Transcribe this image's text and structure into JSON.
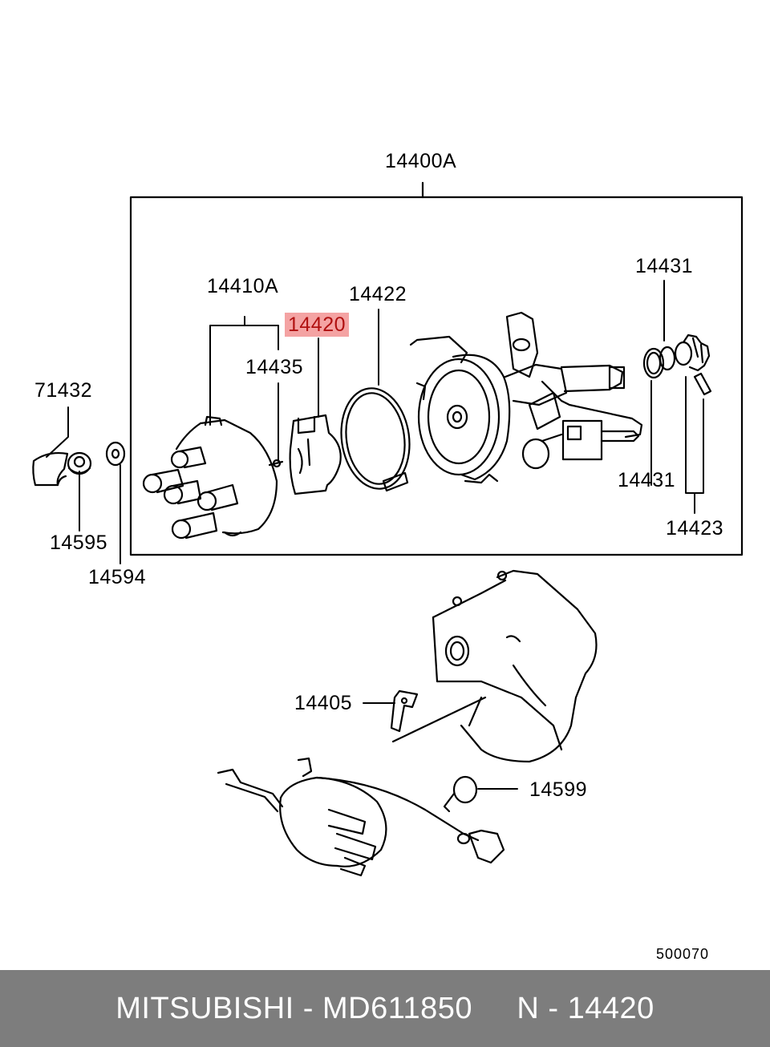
{
  "labels": {
    "assembly": "14400A",
    "cap": "14410A",
    "rotor": "14420",
    "gasket": "14422",
    "screw": "14435",
    "oring_top": "14431",
    "oring_bottom": "14431",
    "gear": "14423",
    "clip": "71432",
    "nut": "14595",
    "washer": "14594",
    "bracket": "14405",
    "clamp": "14599"
  },
  "highlight": {
    "part": "14420",
    "color": "#f4a3a3"
  },
  "diagram_code": "500070",
  "footer": {
    "brand": "MITSUBISHI",
    "part_number": "MD611850",
    "ref": "N - 14420",
    "background": "#7d7d7d"
  }
}
